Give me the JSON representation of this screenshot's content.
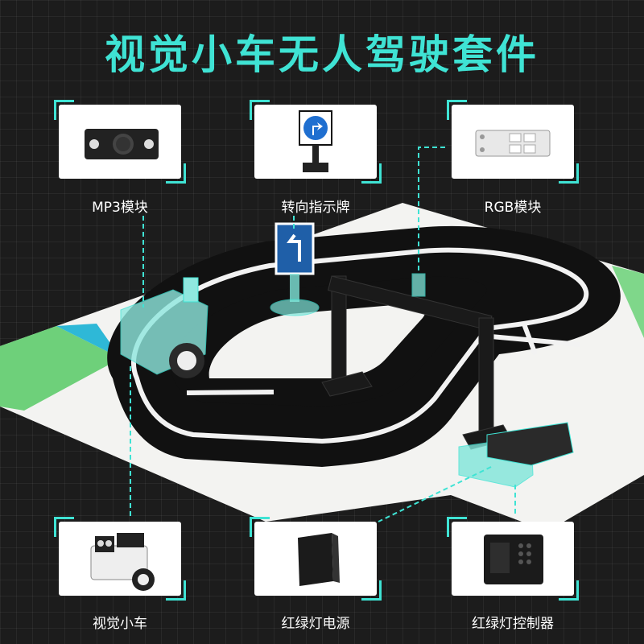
{
  "title": "视觉小车无人驾驶套件",
  "components": {
    "mp3": "MP3模块",
    "sign": "转向指示牌",
    "rgb": "RGB模块",
    "car": "视觉小车",
    "power": "红绿灯电源",
    "controller": "红绿灯控制器"
  },
  "colors": {
    "accent": "#3fe3d4",
    "background": "#1c1c1c"
  }
}
